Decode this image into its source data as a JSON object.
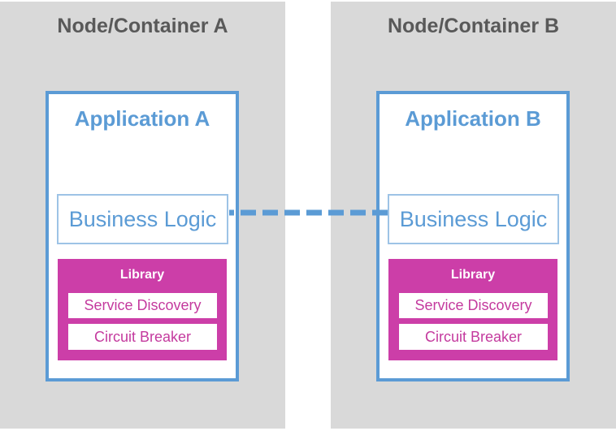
{
  "diagram": {
    "type": "architecture-diagram",
    "nodes": [
      {
        "title": "Node/Container A",
        "app_title": "Application A",
        "business_logic": "Business Logic",
        "library_title": "Library",
        "library_items": [
          "Service Discovery",
          "Circuit Breaker"
        ]
      },
      {
        "title": "Node/Container B",
        "app_title": "Application B",
        "business_logic": "Business Logic",
        "library_title": "Library",
        "library_items": [
          "Service Discovery",
          "Circuit Breaker"
        ]
      }
    ],
    "connector": {
      "style": "dashed",
      "color": "#5b9bd5"
    },
    "colors": {
      "panel_bg": "#d9d9d9",
      "node_title_text": "#595959",
      "blue": "#5b9bd5",
      "light_blue_border": "#9dc3e6",
      "magenta": "#cc3ea8",
      "magenta_text": "#c43a9e",
      "white": "#ffffff"
    }
  }
}
